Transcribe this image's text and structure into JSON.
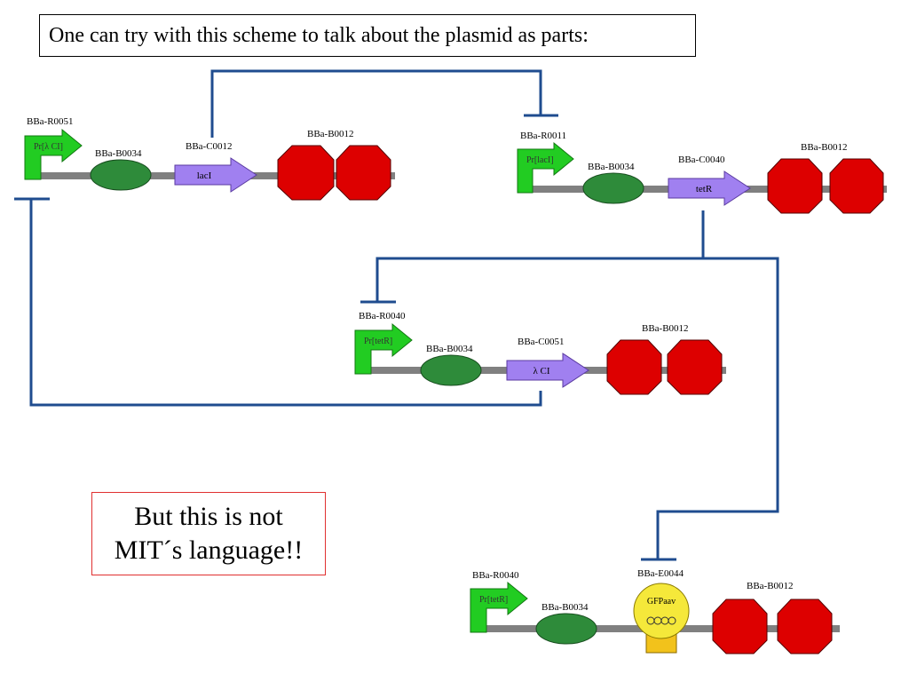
{
  "title": "One can try with this scheme to talk about the plasmid as parts:",
  "note": {
    "line1": "But this is not",
    "line2": "MIT´s language!!"
  },
  "colors": {
    "wire": "#1f4c8f",
    "backbone": "#808080",
    "promoter": "#22cc22",
    "rbs": "#2e8b3a",
    "cds": "#a080f0",
    "terminator": "#dd0000",
    "reporter": "#f5e83a"
  },
  "constructs": [
    {
      "promoter": {
        "id": "BBa-R0051",
        "label": "Pr[λ CI]"
      },
      "rbs": {
        "id": "BBa-B0034"
      },
      "cds": {
        "id": "BBa-C0012",
        "label": "lacI"
      },
      "terminator": {
        "id": "BBa-B0012"
      }
    },
    {
      "promoter": {
        "id": "BBa-R0011",
        "label": "Pr[lacI]"
      },
      "rbs": {
        "id": "BBa-B0034"
      },
      "cds": {
        "id": "BBa-C0040",
        "label": "tetR"
      },
      "terminator": {
        "id": "BBa-B0012"
      }
    },
    {
      "promoter": {
        "id": "BBa-R0040",
        "label": "Pr[tetR]"
      },
      "rbs": {
        "id": "BBa-B0034"
      },
      "cds": {
        "id": "BBa-C0051",
        "label": "λ CI"
      },
      "terminator": {
        "id": "BBa-B0012"
      }
    },
    {
      "promoter": {
        "id": "BBa-R0040",
        "label": "Pr[tetR]"
      },
      "rbs": {
        "id": "BBa-B0034"
      },
      "cds": {
        "id": "BBa-E0044",
        "label": "GFPaav"
      },
      "terminator": {
        "id": "BBa-B0012"
      }
    }
  ]
}
